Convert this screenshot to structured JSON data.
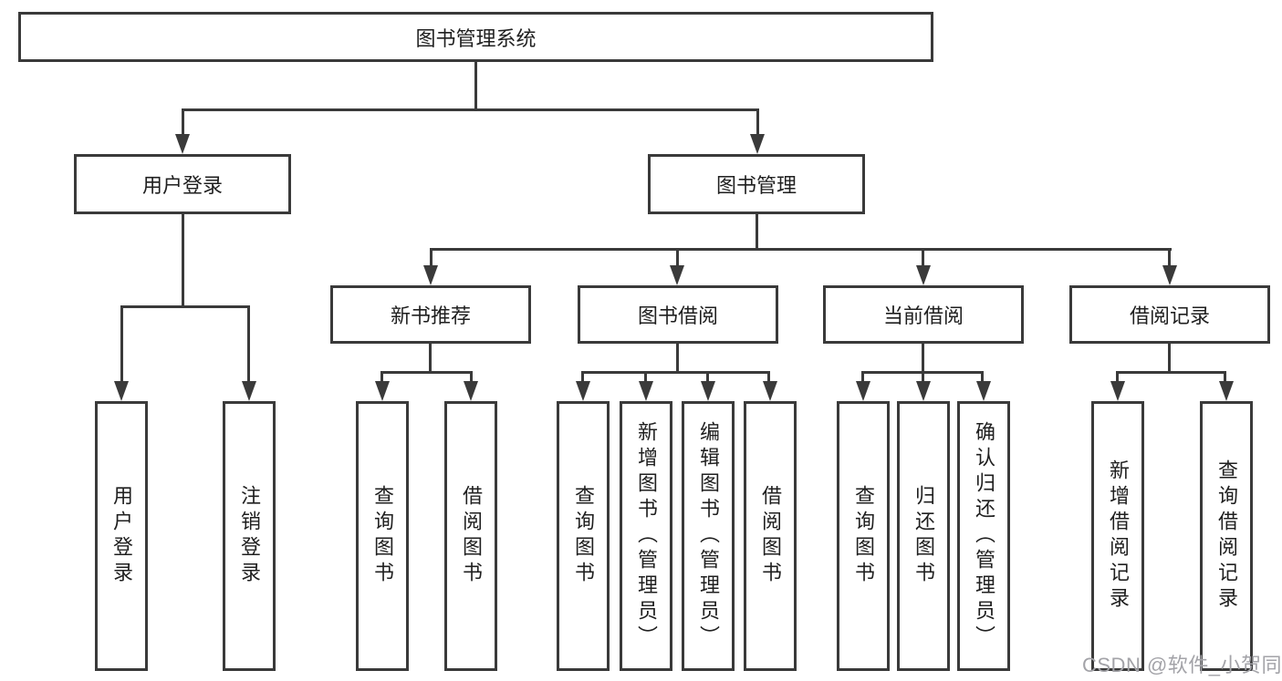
{
  "diagram": {
    "title": "图书管理系统",
    "root": {
      "label": "图书管理系统"
    },
    "level1": [
      {
        "label": "用户登录"
      },
      {
        "label": "图书管理"
      }
    ],
    "level2": [
      {
        "label": "新书推荐"
      },
      {
        "label": "图书借阅"
      },
      {
        "label": "当前借阅"
      },
      {
        "label": "借阅记录"
      }
    ],
    "leaves": {
      "user_login": [
        "用户登录",
        "注销登录"
      ],
      "new_book": [
        "查询图书",
        "借阅图书"
      ],
      "book_borrow": [
        "查询图书",
        "新增图书（管理员）",
        "编辑图书（管理员）",
        "借阅图书"
      ],
      "current_borrow": [
        "查询图书",
        "归还图书",
        "确认归还（管理员）"
      ],
      "borrow_record": [
        "新增借阅记录",
        "查询借阅记录"
      ]
    },
    "watermark": "CSDN @软件_小贺同学",
    "colors": {
      "line": "#3a3a3a",
      "text": "#1f1f1f",
      "box_fill": "#ffffff",
      "watermark": "#a3a3a8"
    }
  }
}
